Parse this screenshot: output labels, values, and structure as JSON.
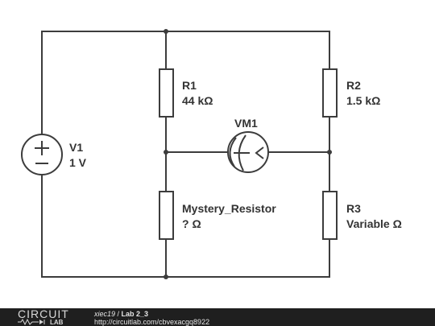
{
  "components": {
    "v1": {
      "name": "V1",
      "value": "1 V"
    },
    "r1": {
      "name": "R1",
      "value": "44 kΩ"
    },
    "r2": {
      "name": "R2",
      "value": "1.5 kΩ"
    },
    "vm1": {
      "name": "VM1"
    },
    "mystery": {
      "name": "Mystery_Resistor",
      "value": "? Ω"
    },
    "r3": {
      "name": "R3",
      "value": "Variable Ω"
    }
  },
  "footer": {
    "logo_word": "CIRCUIT",
    "logo_sub": "LAB",
    "user": "xiec19",
    "separator": " / ",
    "title": "Lab 2_3",
    "url": "http://circuitlab.com/cbvexacgq8922"
  },
  "colors": {
    "wire": "#3c3c3c",
    "label": "#333333",
    "footer_bg": "#1f1f1f"
  }
}
